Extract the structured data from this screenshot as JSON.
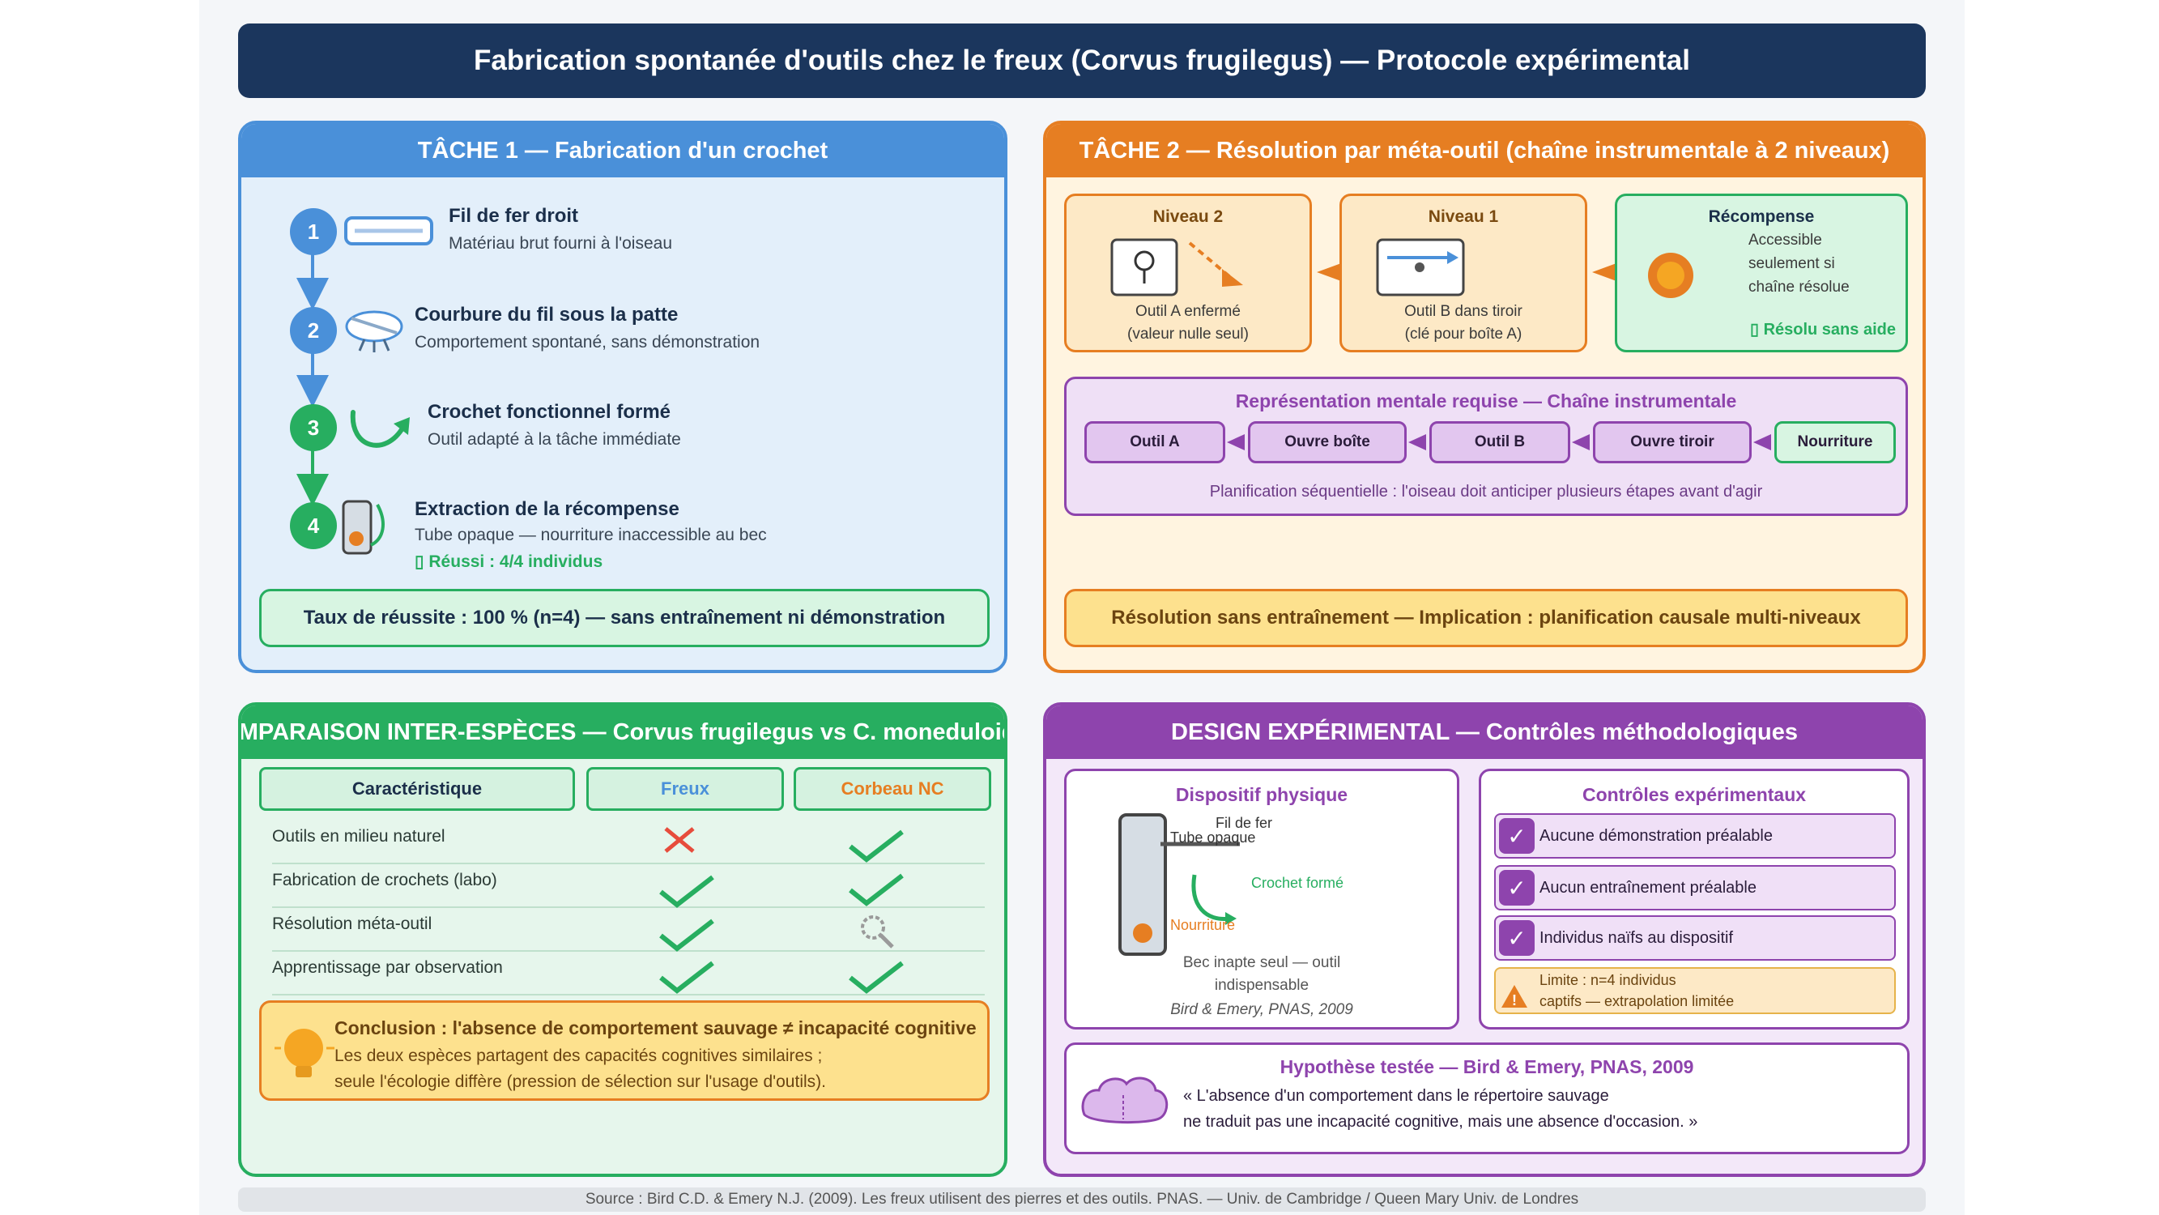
{
  "title": "Fabrication spontanée d'outils chez le freux (Corvus frugilegus) — Protocole expérimental",
  "colors": {
    "navy": "#1b365d",
    "blue": "#4a90d9",
    "orange": "#e67e22",
    "green": "#27ae60",
    "purple": "#8e44ad"
  },
  "task1": {
    "header": "TÂCHE 1 — Fabrication d'un crochet",
    "steps": [
      {
        "num": "1",
        "title": "Fil de fer droit",
        "desc": "Matériau brut fourni à l'oiseau",
        "icon": "straight-wire-icon"
      },
      {
        "num": "2",
        "title": "Courbure du fil sous la patte",
        "desc": "Comportement spontané, sans démonstration",
        "icon": "claw-bending-icon"
      },
      {
        "num": "3",
        "title": "Crochet fonctionnel formé",
        "desc": "Outil adapté à la tâche immédiate",
        "icon": "hook-icon"
      },
      {
        "num": "4",
        "title": "Extraction de la récompense",
        "desc": "Tube opaque — nourriture inaccessible au bec",
        "icon": "tube-icon"
      }
    ],
    "result": "▯ Réussi : 4/4 individus",
    "summary": "Taux de réussite : 100 % (n=4) — sans entraînement ni démonstration"
  },
  "task2": {
    "header": "TÂCHE 2 — Résolution par méta-outil (chaîne instrumentale à 2 niveaux)",
    "level2": {
      "title": "Niveau 2",
      "line1": "Outil A enfermé",
      "line2": "(valeur nulle seul)"
    },
    "level1": {
      "title": "Niveau 1",
      "line1": "Outil B dans tiroir",
      "line2": "(clé pour boîte A)"
    },
    "reward": {
      "title": "Récompense",
      "line1": "Accessible",
      "line2": "seulement si",
      "line3": "chaîne résolue",
      "status": "▯ Résolu sans aide"
    },
    "mental": {
      "title": "Représentation mentale requise — Chaîne instrumentale",
      "chain": [
        "Outil A",
        "Ouvre boîte",
        "Outil B",
        "Ouvre tiroir",
        "Nourriture"
      ],
      "note": "Planification séquentielle : l'oiseau doit anticiper plusieurs étapes avant d'agir"
    },
    "summary": "Résolution sans entraînement — Implication : planification causale multi-niveaux"
  },
  "comparison": {
    "header": "COMPARAISON INTER-ESPÈCES — Corvus frugilegus vs C. moneduloides",
    "columns": [
      "Caractéristique",
      "Freux",
      "Corbeau NC"
    ],
    "rows": [
      {
        "label": "Outils en milieu naturel",
        "freux": "no",
        "corbeau": "yes"
      },
      {
        "label": "Fabrication de crochets (labo)",
        "freux": "yes",
        "corbeau": "yes"
      },
      {
        "label": "Résolution méta-outil",
        "freux": "yes",
        "corbeau": "search"
      },
      {
        "label": "Apprentissage par observation",
        "freux": "yes",
        "corbeau": "yes"
      }
    ],
    "conclusion_title": "Conclusion : l'absence de comportement sauvage ≠ incapacité cognitive",
    "conclusion_line1": "Les deux espèces partagent des capacités cognitives similaires ;",
    "conclusion_line2": "seule l'écologie diffère (pression de sélection sur l'usage d'outils)."
  },
  "design": {
    "header": "DESIGN EXPÉRIMENTAL — Contrôles méthodologiques",
    "physical": {
      "title": "Dispositif physique",
      "wire": "Fil de fer",
      "tube": "Tube opaque",
      "hook": "Crochet formé",
      "food": "Nourriture",
      "caption1": "Bec inapte seul — outil",
      "caption2": "indispensable",
      "citation": "Bird & Emery, PNAS, 2009"
    },
    "controls": {
      "title": "Contrôles expérimentaux",
      "items": [
        "Aucune démonstration préalable",
        "Aucun entraînement préalable",
        "Individus naïfs au dispositif"
      ],
      "limit_line1": "Limite : n=4 individus",
      "limit_line2": "captifs — extrapolation limitée"
    },
    "hypothesis": {
      "title": "Hypothèse testée — Bird & Emery, PNAS, 2009",
      "line1": "« L'absence d'un comportement dans le répertoire sauvage",
      "line2": "ne traduit pas une incapacité cognitive, mais une absence d'occasion. »"
    }
  },
  "footer": "Source : Bird C.D. & Emery N.J. (2009). Les freux utilisent des pierres et des outils. PNAS. — Univ. de Cambridge / Queen Mary Univ. de Londres"
}
